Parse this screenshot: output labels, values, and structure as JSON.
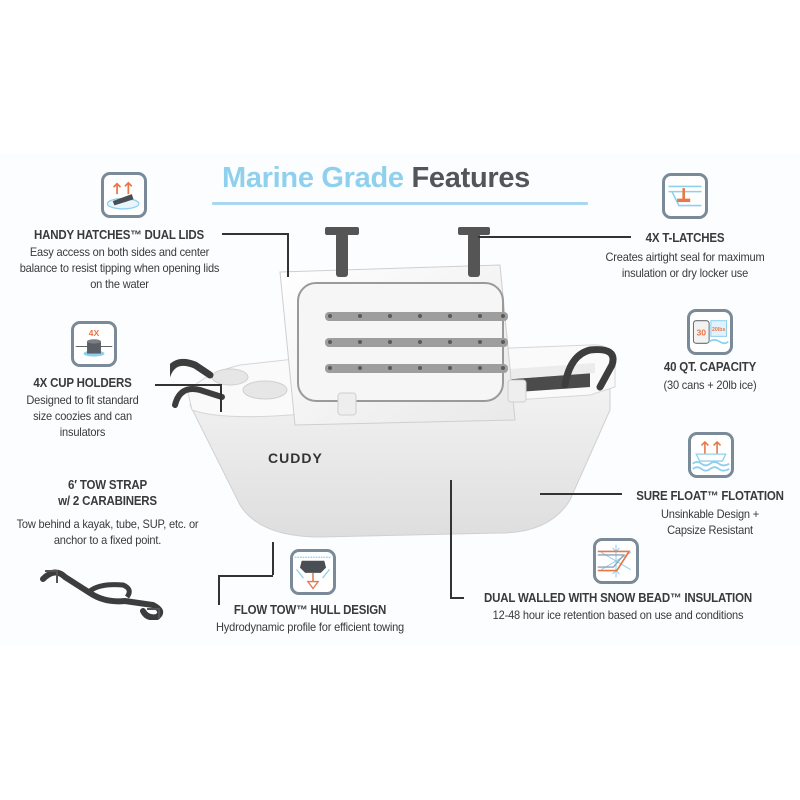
{
  "title": {
    "accent_text": "Marine Grade",
    "dark_text": "Features",
    "accent_color": "#8fd0ee",
    "dark_color": "#555559"
  },
  "brand": {
    "logo_text": "CUDDY"
  },
  "colors": {
    "icon_border": "#7a8a98",
    "icon_orange": "#e8774a",
    "icon_blue": "#8fd0ee",
    "text": "#3a3a3a"
  },
  "features": [
    {
      "id": "handy-hatches",
      "icon": "lid-open-icon",
      "heading": "HANDY HATCHES™ DUAL LIDS",
      "description": "Easy access on both sides and center balance to resist tipping when opening lids on the water"
    },
    {
      "id": "t-latches",
      "icon": "t-latch-icon",
      "heading": "4X T-LATCHES",
      "description": "Creates airtight seal for maximum insulation or dry locker use"
    },
    {
      "id": "cup-holders",
      "icon": "cup-holder-icon",
      "icon_label": "4X",
      "heading": "4X CUP HOLDERS",
      "description": "Designed to fit standard size coozies and can insulators"
    },
    {
      "id": "capacity",
      "icon": "can-and-ice-icon",
      "icon_label_1": "30",
      "icon_label_2": "20lbs",
      "heading": "40 QT. CAPACITY",
      "description": "(30 cans + 20lb ice)"
    },
    {
      "id": "tow-strap",
      "icon": "tow-strap-icon",
      "heading": "6′ TOW STRAP",
      "heading_2": "w/ 2 CARABINERS",
      "description": "Tow behind a kayak, tube, SUP, etc. or anchor to a fixed point."
    },
    {
      "id": "sure-float",
      "icon": "flotation-icon",
      "heading": "SURE FLOAT™ FLOTATION",
      "description": "Unsinkable Design + Capsize Resistant"
    },
    {
      "id": "flow-tow",
      "icon": "hull-design-icon",
      "heading": "FLOW TOW™ HULL DESIGN",
      "description": "Hydrodynamic profile for efficient towing"
    },
    {
      "id": "snow-bead",
      "icon": "snowflake-insulation-icon",
      "heading": "DUAL WALLED WITH SNOW BEAD™ INSULATION",
      "description": "12-48 hour ice retention based on use and conditions"
    }
  ]
}
